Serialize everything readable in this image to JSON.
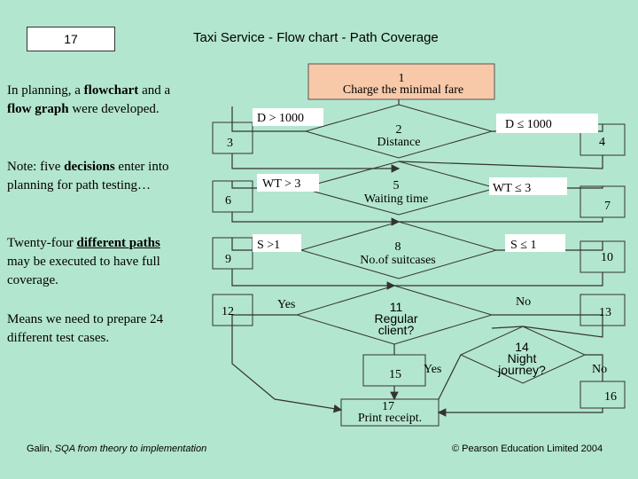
{
  "slide_number": "17",
  "title": "Taxi Service  - Flow chart - Path Coverage",
  "paragraphs": {
    "p1_a": "In planning, a ",
    "p1_b": "flowchart",
    "p1_c": " and a ",
    "p1_d": "flow graph",
    "p1_e": " were developed.",
    "p2_a": "Note:  five ",
    "p2_b": "decisions",
    "p2_c": " enter into planning for path testing…",
    "p3_a": "Twenty-four ",
    "p3_b": "different paths",
    "p3_c": " may be executed to have full coverage.",
    "p4": "Means we need to prepare 24 different test cases."
  },
  "nodes": {
    "n1_num": "1",
    "n1_text": "Charge the minimal fare",
    "n2_num": "2",
    "n2_text": "Distance",
    "n5_num": "5",
    "n5_text": "Waiting time",
    "n8_num": "8",
    "n8_text": "No.of suitcases",
    "n11_num": "11",
    "n11_text1": "Regular",
    "n11_text2": "client?",
    "n14_num": "14",
    "n14_text1": "Night",
    "n14_text2": "journey?",
    "n15": "15",
    "n17_num": "17",
    "n17_text": "Print receipt."
  },
  "edge_labels": {
    "d_gt": "D > 1000",
    "d_le": "D ≤ 1000",
    "wt_gt": "WT > 3",
    "wt_le": "WT ≤ 3",
    "s_gt": "S >1",
    "s_le": "S ≤ 1",
    "yes1": "Yes",
    "no1": "No",
    "yes2": "Yes",
    "no2": "No"
  },
  "numbers": {
    "n3": "3",
    "n4": "4",
    "n6": "6",
    "n7": "7",
    "n9": "9",
    "n10": "10",
    "n12": "12",
    "n13": "13",
    "n16": "16"
  },
  "footer": {
    "left_a": "Galin, ",
    "left_b": "SQA from theory to implementation",
    "right": "© Pearson Education Limited 2004"
  },
  "colors": {
    "background": "#b3e6cf",
    "start_box": "#f7c9a9",
    "label_box": "#ffffff"
  }
}
